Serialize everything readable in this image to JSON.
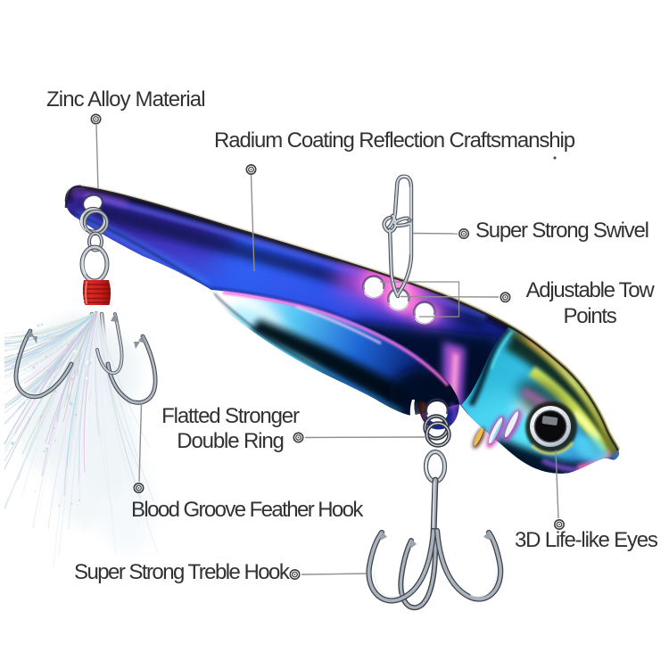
{
  "figure": {
    "type": "annotated product diagram",
    "subject": "rainbow metallic VIB blade fishing lure with feather treble hook",
    "background": "#ffffff",
    "text_color": "#323232",
    "leader_line_color": "#8f8f8f"
  },
  "callouts": {
    "zinc_alloy": {
      "text": "Zinc Alloy Material"
    },
    "radium": {
      "text": "Radium Coating Reflection Craftsmanship"
    },
    "swivel": {
      "text": "Super Strong Swivel"
    },
    "tow_points": {
      "lines": [
        "Adjustable Tow",
        "Points"
      ]
    },
    "double_ring": {
      "lines": [
        "Flatted Stronger",
        "Double Ring"
      ]
    },
    "feather_hook": {
      "text": "Blood Groove Feather Hook"
    },
    "treble_hook": {
      "text": "Super Strong Treble Hook"
    },
    "eyes": {
      "text": "3D Life-like Eyes"
    }
  },
  "colors": {
    "body_blue": "#2b50e8",
    "body_purple": "#4b3fb4",
    "body_magenta": "#e95fd6",
    "head_teal": "#18b2a6",
    "head_cyan": "#49d6f2",
    "edge_gold": "#b99a55",
    "thread_red": "#cc2420",
    "hardware_silver": "#c3c9d1"
  }
}
